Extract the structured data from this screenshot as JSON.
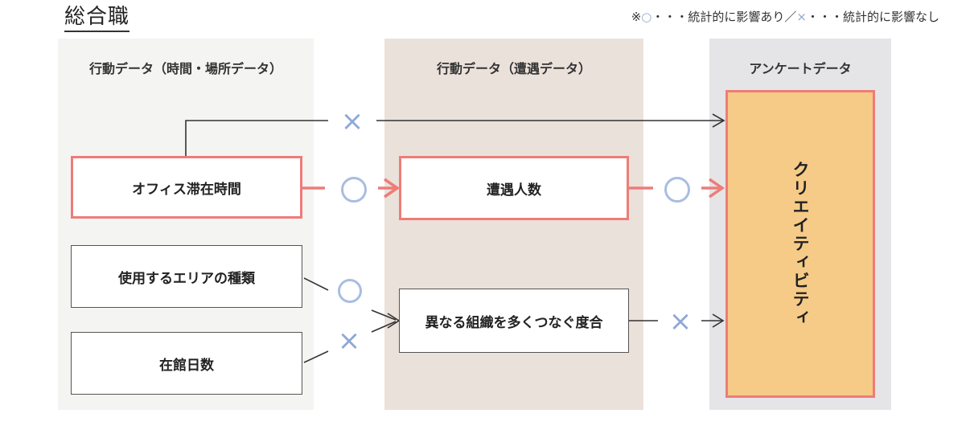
{
  "title": "総合職",
  "legend": {
    "prefix": "※",
    "circle_symbol": "○",
    "circle_text": "・・・統計的に影響あり／",
    "cross_symbol": "×",
    "cross_text": "・・・統計的に影響なし"
  },
  "columns": {
    "behavior_time_place": "行動データ（時間・場所データ）",
    "behavior_encounter": "行動データ（遭遇データ）",
    "survey": "アンケートデータ"
  },
  "nodes": {
    "office_time": "オフィス滞在時間",
    "area_types": "使用するエリアの種類",
    "days_in_building": "在館日数",
    "encounter_count": "遭遇人数",
    "cross_org": "異なる組織を多くつなぐ度合",
    "creativity": "クリエイティビティ"
  },
  "marks": {
    "cross": "×",
    "circle": "○"
  },
  "colors": {
    "highlight_border": "#ee7c78",
    "creativity_fill": "#f6cb88",
    "mark_blue": "#8fa8d6"
  }
}
